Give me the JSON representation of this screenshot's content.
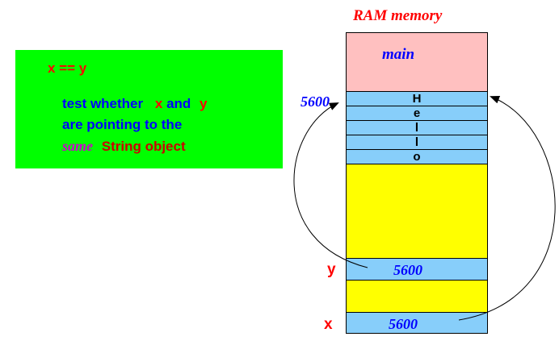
{
  "green_box": {
    "title": "x == y",
    "line1_prefix": "test whether",
    "line1_x": "x",
    "line1_mid": "and",
    "line1_y": "y",
    "line2": "are pointing to the",
    "line3_same": "same",
    "line3_rest": "String object"
  },
  "memory": {
    "title": "RAM memory",
    "main_label": "main",
    "address_label": "5600",
    "chars": [
      "H",
      "e",
      "l",
      "l",
      "o"
    ],
    "y_label": "y",
    "y_value": "5600",
    "x_label": "x",
    "x_value": "5600"
  },
  "colors": {
    "green": "#00ff00",
    "main_block": "#ffc0c0",
    "cell_blue": "#87cefa",
    "free_memory": "#ffff00",
    "red_text": "#ff0000",
    "blue_text": "#0000ff",
    "magenta_text": "#cc00cc"
  }
}
